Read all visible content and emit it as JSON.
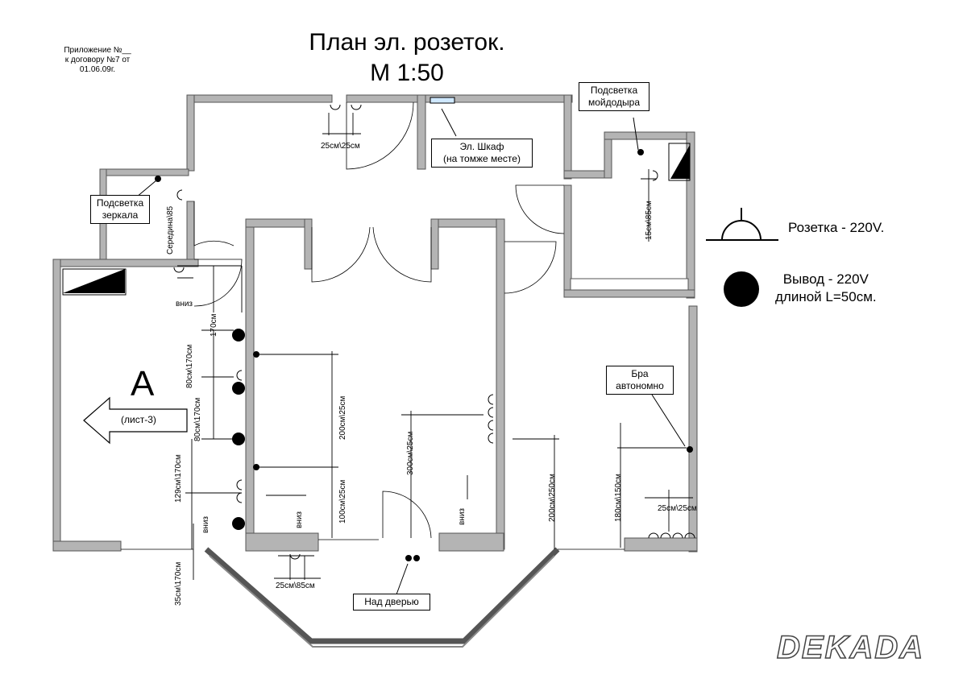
{
  "header": {
    "note_line1": "Приложение №__",
    "note_line2": "к договору №7 от",
    "note_line3": "01.06.09г.",
    "title_line1": "План эл. розеток.",
    "title_line2": "М 1:50"
  },
  "callouts": {
    "mirror_light": [
      "Подсветка",
      "зеркала"
    ],
    "washstand_light": [
      "Подсветка",
      "мойдодыра"
    ],
    "panel": [
      "Эл. Шкаф",
      "(на томже месте)"
    ],
    "sconce": [
      "Бра",
      "автономно"
    ],
    "above_door": "Над дверью"
  },
  "legend": {
    "socket": "Розетка - 220V.",
    "outlet_line1": "Вывод - 220V",
    "outlet_line2": "длиной L=50см."
  },
  "section_ref": {
    "letter": "A",
    "sheet": "(лист-3)"
  },
  "dimensions": {
    "top_hall": "25см\\25см",
    "bath_right": "15см\\85см",
    "bath_left": "Середина\\85",
    "down": "вниз",
    "d170": "170см",
    "d80_170_a": "80см\\170см",
    "d80_170_b": "80см\\170см",
    "d129_170": "129см\\170см",
    "d200_25": "200см\\25см",
    "d100_25": "100см\\25см",
    "d300_25": "300см\\25см",
    "d200_250": "200см\\250см",
    "d180_150": "180см\\150см",
    "d25_25_right": "25см\\25см",
    "d25_85": "25см\\85см",
    "d35_170": "35см\\170см"
  },
  "watermark": "DEKADA",
  "colors": {
    "wall": "#b4b4b4",
    "ink": "#000000"
  }
}
